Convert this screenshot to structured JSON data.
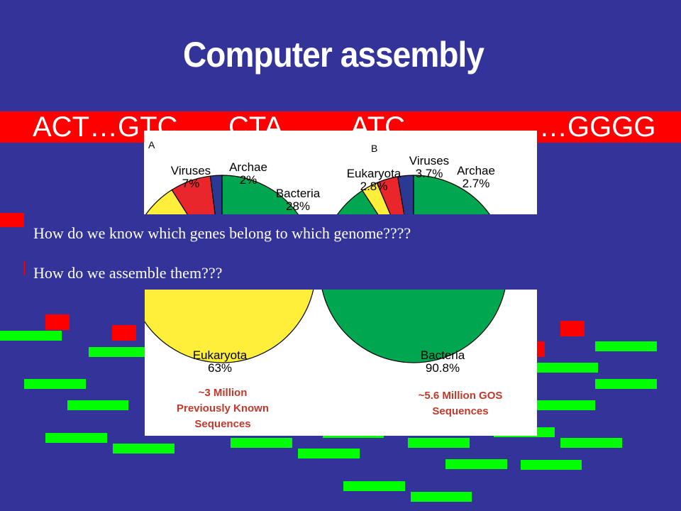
{
  "slide": {
    "title": "Computer assembly",
    "sequence_fragments": [
      "ACT…GTC",
      "CTA",
      "ATC",
      "…GGGG"
    ],
    "questions": [
      "How do we know which genes belong to which genome????",
      "How do we assemble them???"
    ]
  },
  "colors": {
    "background": "#333399",
    "sequence_bar": "#ff0000",
    "read_fragment": "#00ff00",
    "read_marker": "#ff0000"
  },
  "chart_data": [
    {
      "type": "pie",
      "panel_label": "A",
      "slices": [
        {
          "label": "Eukaryota",
          "value": 63,
          "value_label": "63%",
          "color": "#ffef3a"
        },
        {
          "label": "Viruses",
          "value": 7,
          "value_label": "7%",
          "color": "#e8262c"
        },
        {
          "label": "Archae",
          "value": 2,
          "value_label": "2%",
          "color": "#2b3894"
        },
        {
          "label": "Bacteria",
          "value": 28,
          "value_label": "28%",
          "color": "#00a650"
        }
      ],
      "caption": [
        "~3 Million",
        "Previously Known",
        "Sequences"
      ]
    },
    {
      "type": "pie",
      "panel_label": "B",
      "slices": [
        {
          "label": "Eukaryota",
          "value": 2.8,
          "value_label": "2.8%",
          "color": "#ffef3a"
        },
        {
          "label": "Viruses",
          "value": 3.7,
          "value_label": "3.7%",
          "color": "#e8262c"
        },
        {
          "label": "Archae",
          "value": 2.7,
          "value_label": "2.7%",
          "color": "#2b3894"
        },
        {
          "label": "Bacteria",
          "value": 90.8,
          "value_label": "90.8%",
          "color": "#00a650"
        }
      ],
      "caption": [
        "~5.6 Million GOS",
        "Sequences"
      ]
    }
  ]
}
